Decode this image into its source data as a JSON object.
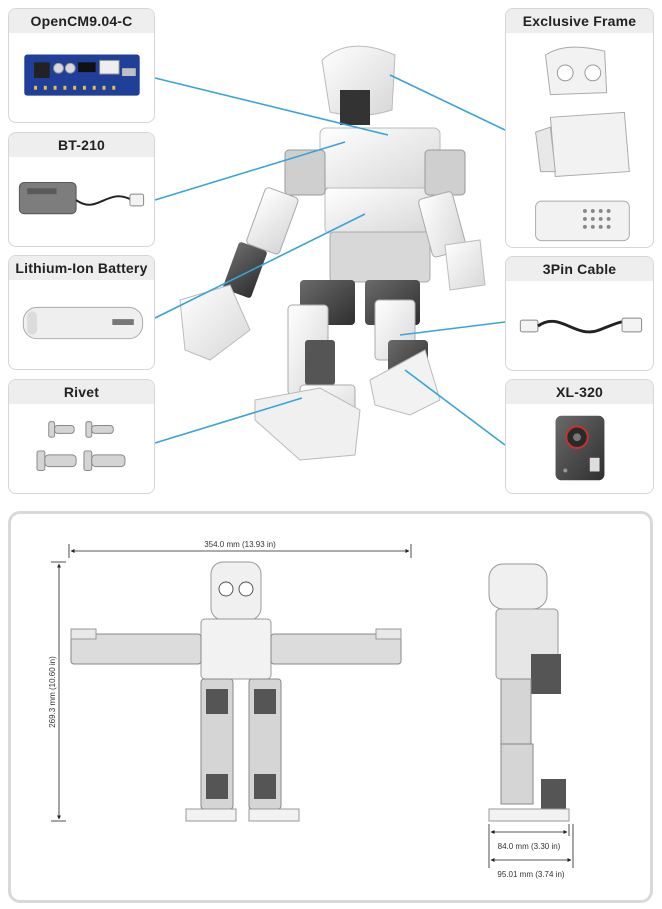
{
  "components_left": [
    {
      "label": "OpenCM9.04-C",
      "icon": "controller-board-icon"
    },
    {
      "label": "BT-210",
      "icon": "bluetooth-module-icon"
    },
    {
      "label": "Lithium-Ion Battery",
      "icon": "battery-icon"
    },
    {
      "label": "Rivet",
      "icon": "rivet-icon"
    }
  ],
  "components_right": [
    {
      "label": "Exclusive Frame",
      "icon": "frame-parts-icon"
    },
    {
      "label": "3Pin Cable",
      "icon": "cable-icon"
    },
    {
      "label": "XL-320",
      "icon": "servo-motor-icon"
    }
  ],
  "dimensions": {
    "width": "354.0 mm (13.93 in)",
    "height": "269.3 mm (10.60 in)",
    "depth_foot": "84.0 mm (3.30 in)",
    "depth_total": "95.01 mm (3.74 in)"
  },
  "colors": {
    "board_blue": "#1f3f98",
    "leader_line": "#3aa3d8",
    "header_bg": "#eeeeee",
    "frame_white": "#f2f2f2",
    "servo_dark": "#4a4a4a"
  }
}
